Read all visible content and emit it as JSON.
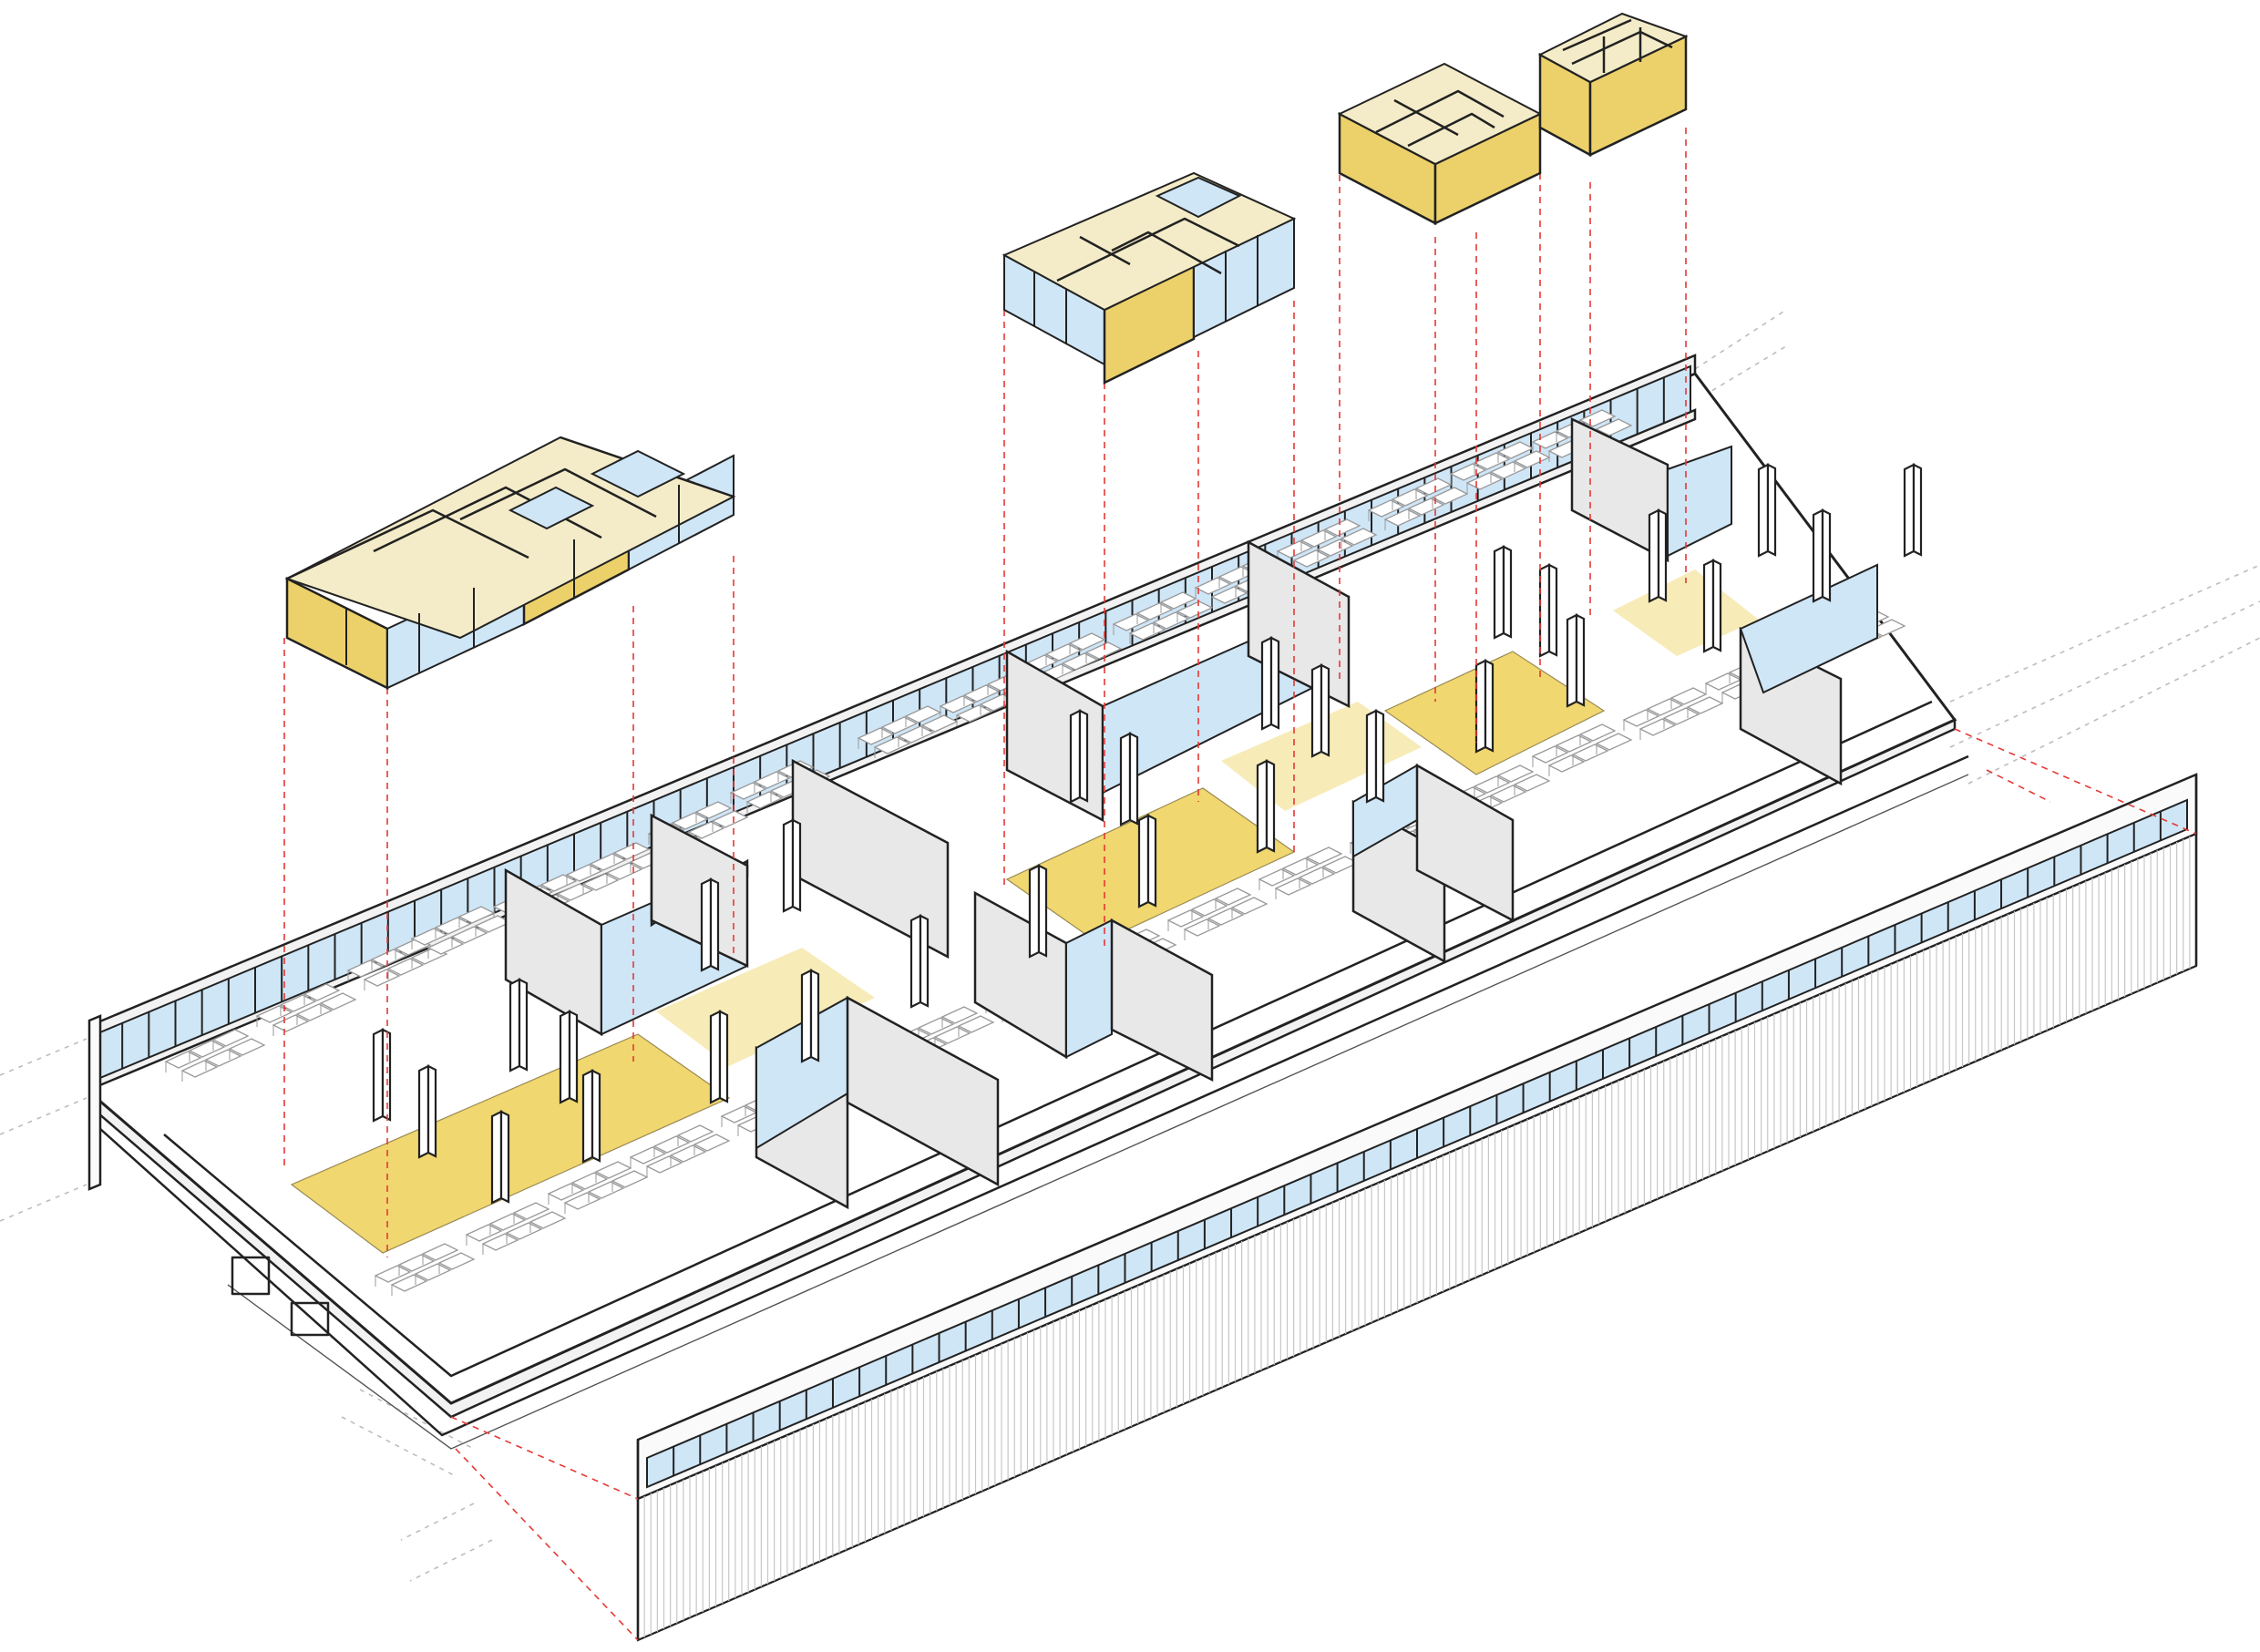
{
  "colors": {
    "accent_yellow": "#ecd16b",
    "floor_yellow": "#f0d76f",
    "light_yellow": "#f7ebb8",
    "glass_blue": "#cfe6f7",
    "wall_grey": "#e8e8e8",
    "projection_red": "#e53935",
    "line_black": "#222222"
  },
  "elements": {
    "volumes": [
      "exploded-volume-1",
      "exploded-volume-2",
      "exploded-volume-3",
      "exploded-volume-4"
    ],
    "main_floor": "office-floor-plate",
    "detached_facade": "exploded-facade-panel"
  }
}
